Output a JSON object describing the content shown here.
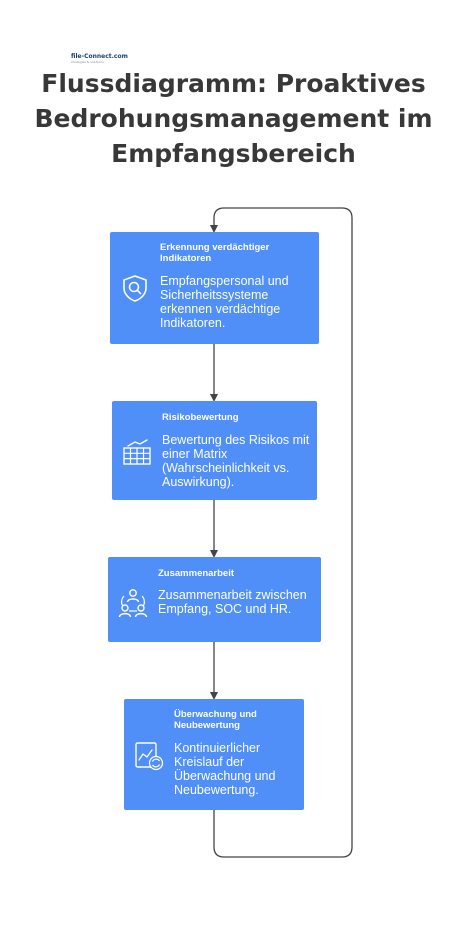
{
  "logo": {
    "text": "file-Connect.com",
    "subtext": "strategies & solutions"
  },
  "title": "Flussdiagramm: Proaktives Bedrohungsmanagement im Empfangsbereich",
  "steps": [
    {
      "title": "Erkennung verdächtiger Indikatoren",
      "description": "Empfangspersonal und Sicherheitssysteme erkennen verdächtige Indikatoren.",
      "icon": "shield-search-icon"
    },
    {
      "title": "Risikobewertung",
      "description": "Bewertung des Risikos mit einer Matrix (Wahrscheinlichkeit vs. Auswirkung).",
      "icon": "risk-matrix-icon"
    },
    {
      "title": "Zusammenarbeit",
      "description": "Zusammenarbeit zwischen Empfang, SOC und HR.",
      "icon": "team-collaboration-icon"
    },
    {
      "title": "Überwachung und Neubewertung",
      "description": "Kontinuierlicher Kreislauf der Überwachung und Neubewertung.",
      "icon": "monitoring-cycle-icon"
    }
  ],
  "colors": {
    "box": "#4f8ff7",
    "title": "#383838",
    "connector": "#444444"
  }
}
